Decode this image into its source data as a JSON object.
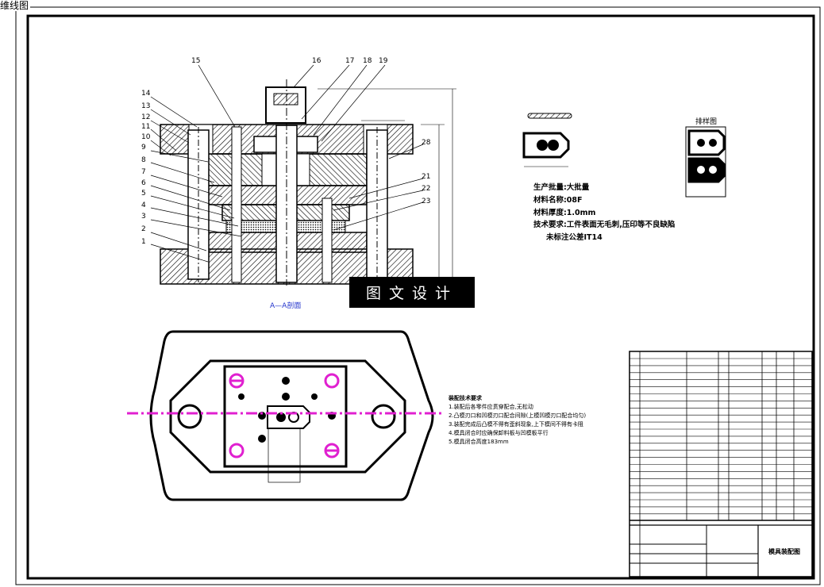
{
  "sheet": {
    "corner_title": "维线图"
  },
  "section_view": {
    "caption": "A—A剖面",
    "part_numbers": {
      "left": [
        "14",
        "13",
        "12",
        "11",
        "10",
        "9",
        "8",
        "7",
        "6",
        "5",
        "4",
        "3",
        "2",
        "1"
      ],
      "top": [
        "15",
        "16",
        "17",
        "18",
        "19"
      ],
      "right": [
        "28",
        "21",
        "22",
        "23"
      ]
    }
  },
  "watermark": {
    "text": "图文设计"
  },
  "part_info": {
    "batch": "生产批量:大批量",
    "material": "材料名称:08F",
    "thickness": "材料厚度:1.0mm",
    "tech_req": "技术要求:工件表面无毛刺,压印等不良缺陷",
    "tolerance": "未标注公差IT14"
  },
  "layout_view": {
    "label": "排样图"
  },
  "assembly_requirements": {
    "title": "装配技术要求",
    "items": [
      "1.装配后各零件应贯穿配合,无松动",
      "2.凸模刃口和凹模刃口配合间隙(上模凹模刃口配合均匀)",
      "3.装配完成后凸模不得有歪斜现象,上下模间不得有卡阻",
      "4.模具闭合时应确保卸料板与凹模板平行",
      "5.模具闭合高度183mm"
    ]
  },
  "title_block": {
    "drawing_title": "模具装配图"
  },
  "colors": {
    "line": "#000000",
    "centerline": "#e020d0",
    "hatch": "#000000"
  }
}
